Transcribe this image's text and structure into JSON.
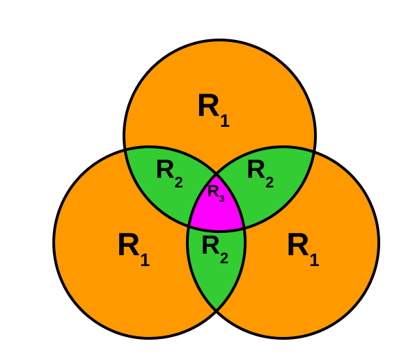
{
  "diagram": {
    "type": "venn",
    "sets": 3,
    "colors": {
      "single": "#FF9900",
      "pair": "#33CC33",
      "triple": "#FF00FF",
      "outline": "#000000",
      "background": "#FFFFFF"
    },
    "labels": {
      "top": {
        "base": "R",
        "sub": "1"
      },
      "left": {
        "base": "R",
        "sub": "1"
      },
      "right": {
        "base": "R",
        "sub": "1"
      },
      "top_left": {
        "base": "R",
        "sub": "2"
      },
      "top_right": {
        "base": "R",
        "sub": "2"
      },
      "bottom_pair": {
        "base": "R",
        "sub": "2"
      },
      "center": {
        "base": "R",
        "sub": "3"
      }
    }
  }
}
